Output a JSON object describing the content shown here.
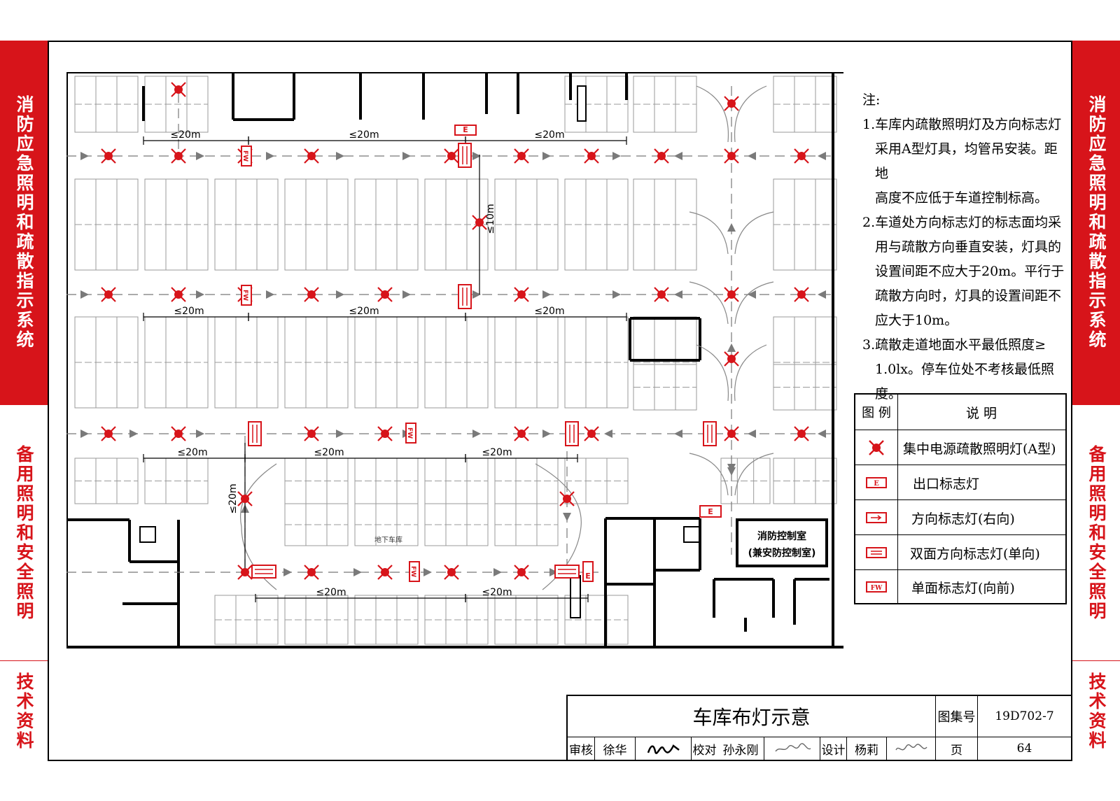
{
  "sidebars": {
    "left": [
      "消防应急照明和疏散指示系统",
      "备用照明和安全照明",
      "技术资料"
    ],
    "right": [
      "消防应急照明和疏散指示系统",
      "备用照明和安全照明",
      "技术资料"
    ]
  },
  "plan": {
    "dimensions": [
      "≤20m",
      "≤10m"
    ],
    "rooms": [
      "地下车库",
      "消防控制室",
      "(兼安防控制室)"
    ],
    "symbol_text": {
      "exit": "E",
      "single_face": "FW"
    }
  },
  "notes": {
    "heading": "注:",
    "lines": [
      "1.车库内疏散照明灯及方向标志灯",
      "采用A型灯具，均管吊安装。距地",
      "高度不应低于车道控制标高。",
      "2.车道处方向标志灯的标志面均采",
      "用与疏散方向垂直安装，灯具的",
      "设置间距不应大于20m。平行于",
      "疏散方向时，灯具的设置间距不",
      "应大于10m。",
      "3.疏散走道地面水平最低照度≥",
      "1.0lx。停车位处不考核最低照",
      "度。"
    ]
  },
  "legend": {
    "header_symbol": "图 例",
    "header_desc": "说 明",
    "items": [
      {
        "icon": "centralized-evacuation-light-icon",
        "label": "集中电源疏散照明灯(A型)"
      },
      {
        "icon": "exit-sign-icon",
        "label": "出口标志灯"
      },
      {
        "icon": "direction-sign-right-icon",
        "label": "方向标志灯(右向)"
      },
      {
        "icon": "double-direction-sign-icon",
        "label": "双面方向标志灯(单向)"
      },
      {
        "icon": "single-face-sign-icon",
        "label": "单面标志灯(向前)"
      }
    ]
  },
  "title_block": {
    "title": "车库布灯示意",
    "atlas_label": "图集号",
    "atlas_no": "19D702-7",
    "review_label": "审核",
    "reviewer": "徐华",
    "check_label": "校对",
    "checker": "孙永刚",
    "design_label": "设计",
    "designer": "杨莉",
    "page_label": "页",
    "page_no": "64"
  },
  "colors": {
    "red": "#d7141a",
    "line": "#000000",
    "stall": "#9a9a9a",
    "arrow": "#7a7a7a"
  }
}
